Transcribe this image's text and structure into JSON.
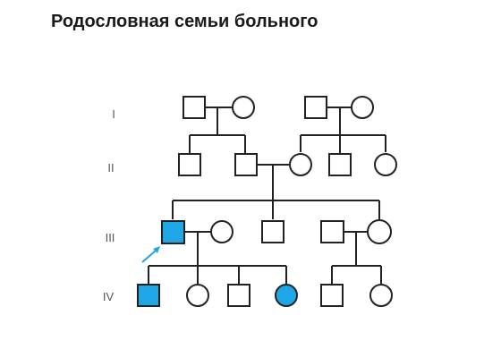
{
  "title": "Родословная семьи больного",
  "generations": [
    "I",
    "II",
    "III",
    "IV"
  ],
  "colors": {
    "affected": "#1ea6e6",
    "line": "#222222",
    "unaffected": "#ffffff",
    "proband_arrow": "#1ea6e6"
  },
  "legend_semantics": {
    "square": "male",
    "circle": "female",
    "filled": "affected",
    "arrow": "proband"
  },
  "individuals": {
    "I": [
      {
        "id": "I-1",
        "sex": "male",
        "affected": false
      },
      {
        "id": "I-2",
        "sex": "female",
        "affected": false
      },
      {
        "id": "I-3",
        "sex": "male",
        "affected": false
      },
      {
        "id": "I-4",
        "sex": "female",
        "affected": false
      }
    ],
    "II": [
      {
        "id": "II-1",
        "sex": "male",
        "affected": false
      },
      {
        "id": "II-2",
        "sex": "male",
        "affected": false
      },
      {
        "id": "II-3",
        "sex": "female",
        "affected": false
      },
      {
        "id": "II-4",
        "sex": "male",
        "affected": false
      },
      {
        "id": "II-5",
        "sex": "female",
        "affected": false
      }
    ],
    "III": [
      {
        "id": "III-1",
        "sex": "male",
        "affected": true,
        "proband": true
      },
      {
        "id": "III-2",
        "sex": "female",
        "affected": false
      },
      {
        "id": "III-3",
        "sex": "male",
        "affected": false
      },
      {
        "id": "III-4",
        "sex": "male",
        "affected": false
      },
      {
        "id": "III-5",
        "sex": "female",
        "affected": false
      }
    ],
    "IV": [
      {
        "id": "IV-1",
        "sex": "male",
        "affected": true
      },
      {
        "id": "IV-2",
        "sex": "female",
        "affected": false
      },
      {
        "id": "IV-3",
        "sex": "male",
        "affected": false
      },
      {
        "id": "IV-4",
        "sex": "female",
        "affected": true
      },
      {
        "id": "IV-5",
        "sex": "male",
        "affected": false
      },
      {
        "id": "IV-6",
        "sex": "female",
        "affected": false
      }
    ]
  }
}
